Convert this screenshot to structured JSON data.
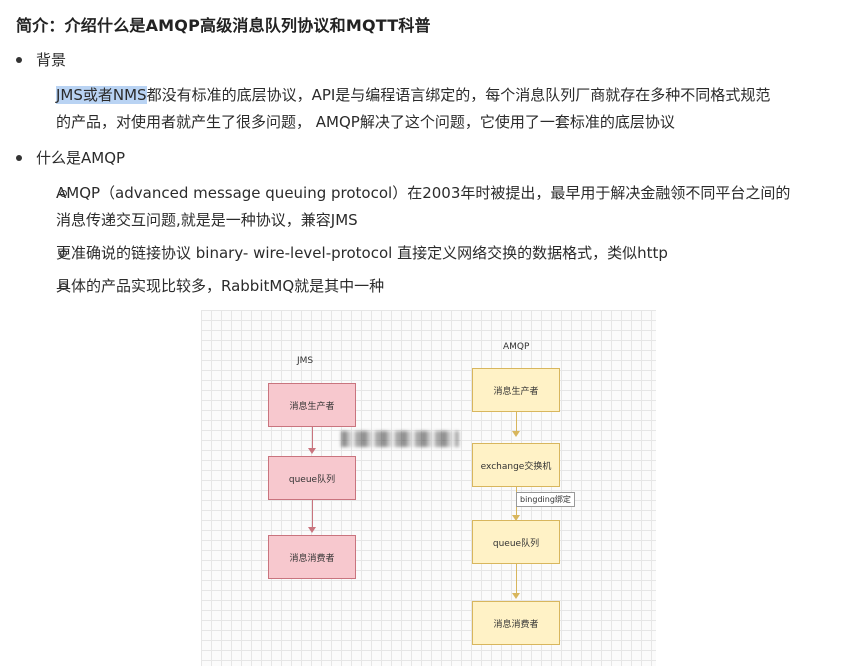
{
  "title": "简介：介绍什么是AMQP高级消息队列协议和MQTT科普",
  "sections": [
    {
      "heading": "背景",
      "items": [
        {
          "highlight": "JMS或者NMS",
          "text_rest_line1": "都没有标准的底层协议，API是与编程语言绑定的，每个消息队列厂商就存在多种不同格式规范",
          "text_line2": "的产品，对使用者就产生了很多问题， AMQP解决了这个问题，它使用了一套标准的底层协议"
        }
      ]
    },
    {
      "heading": "什么是AMQP",
      "items": [
        {
          "line1": "AMQP（advanced message queuing protocol）在2003年时被提出，最早用于解决金融领不同平台之间的",
          "line2": "消息传递交互问题,就是是一种协议，兼容JMS"
        },
        {
          "line1": "更准确说的链接协议 binary- wire-level-protocol 直接定义网络交换的数据格式，类似http"
        },
        {
          "line1": "具体的产品实现比较多，RabbitMQ就是其中一种"
        }
      ]
    }
  ],
  "diagram": {
    "jms_label": "JMS",
    "amqp_label": "AMQP",
    "jms_boxes": [
      "消息生产者",
      "queue队列",
      "消息消费者"
    ],
    "amqp_boxes": [
      "消息生产者",
      "exchange交换机",
      "queue队列",
      "消息消费者"
    ],
    "binding_tag": "bingding绑定",
    "colors": {
      "pink_fill": "#f7c8ce",
      "pink_border": "#c9747e",
      "yellow_fill": "#fff2c6",
      "yellow_border": "#d8b65d",
      "highlight": "#b9d3f3"
    }
  }
}
